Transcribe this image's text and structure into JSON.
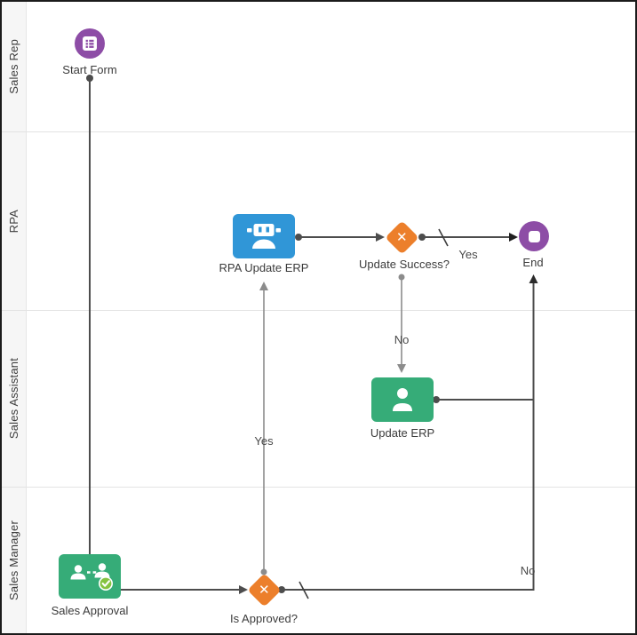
{
  "diagram": {
    "lanes": [
      {
        "label": "Sales Rep"
      },
      {
        "label": "RPA"
      },
      {
        "label": "Sales Assistant"
      },
      {
        "label": "Sales Manager"
      }
    ],
    "nodes": {
      "start_form": {
        "label": "Start Form",
        "type": "start-event",
        "icon": "form-icon"
      },
      "sales_approval": {
        "label": "Sales Approval",
        "type": "approval-task",
        "icon": "users-handshake-check-icon"
      },
      "is_approved": {
        "label": "Is Approved?",
        "type": "gateway",
        "icon": "x-mark-icon"
      },
      "rpa_update_erp": {
        "label": "RPA Update ERP",
        "type": "rpa-task",
        "icon": "robot-icon"
      },
      "update_success": {
        "label": "Update Success?",
        "type": "gateway",
        "icon": "x-mark-icon"
      },
      "update_erp": {
        "label": "Update ERP",
        "type": "user-task",
        "icon": "person-icon"
      },
      "end": {
        "label": "End",
        "type": "end-event",
        "icon": "stop-icon"
      }
    },
    "edge_labels": {
      "update_success_yes": "Yes",
      "update_success_no": "No",
      "is_approved_yes": "Yes",
      "is_approved_no": "No"
    },
    "colors": {
      "purple": "#8d4da6",
      "blue": "#3096d7",
      "green": "#36ac78",
      "orange": "#ec7f2b",
      "check_green": "#85c341",
      "edge_dark": "#4d4d4d",
      "edge_gray": "#8c8c8c",
      "lane_header_bg": "#f6f6f6",
      "lane_divider": "#e3e3e3"
    }
  }
}
